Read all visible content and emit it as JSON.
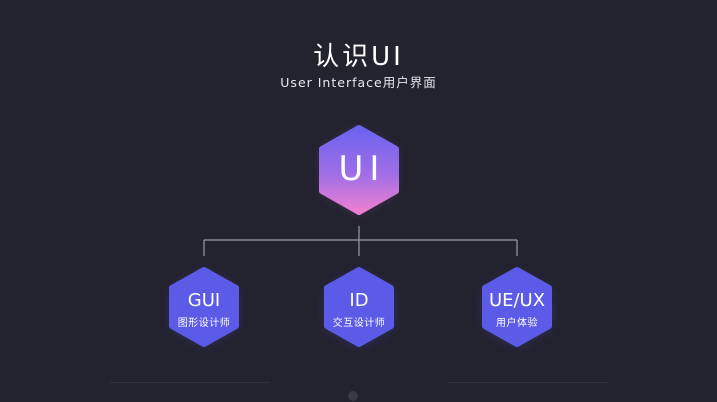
{
  "header": {
    "title": "认识UI",
    "subtitle": "User Interface用户界面"
  },
  "root": {
    "label": "UI"
  },
  "children": [
    {
      "label": "GUI",
      "sub": "图形设计师"
    },
    {
      "label": "ID",
      "sub": "交互设计师"
    },
    {
      "label": "UE/UX",
      "sub": "用户体验"
    }
  ],
  "colors": {
    "background": "#23222f",
    "connector": "#9a9aaa",
    "root_gradient_top": "#6c63f0",
    "root_gradient_bottom": "#e57bd6",
    "child_fill": "#5b5be8"
  }
}
